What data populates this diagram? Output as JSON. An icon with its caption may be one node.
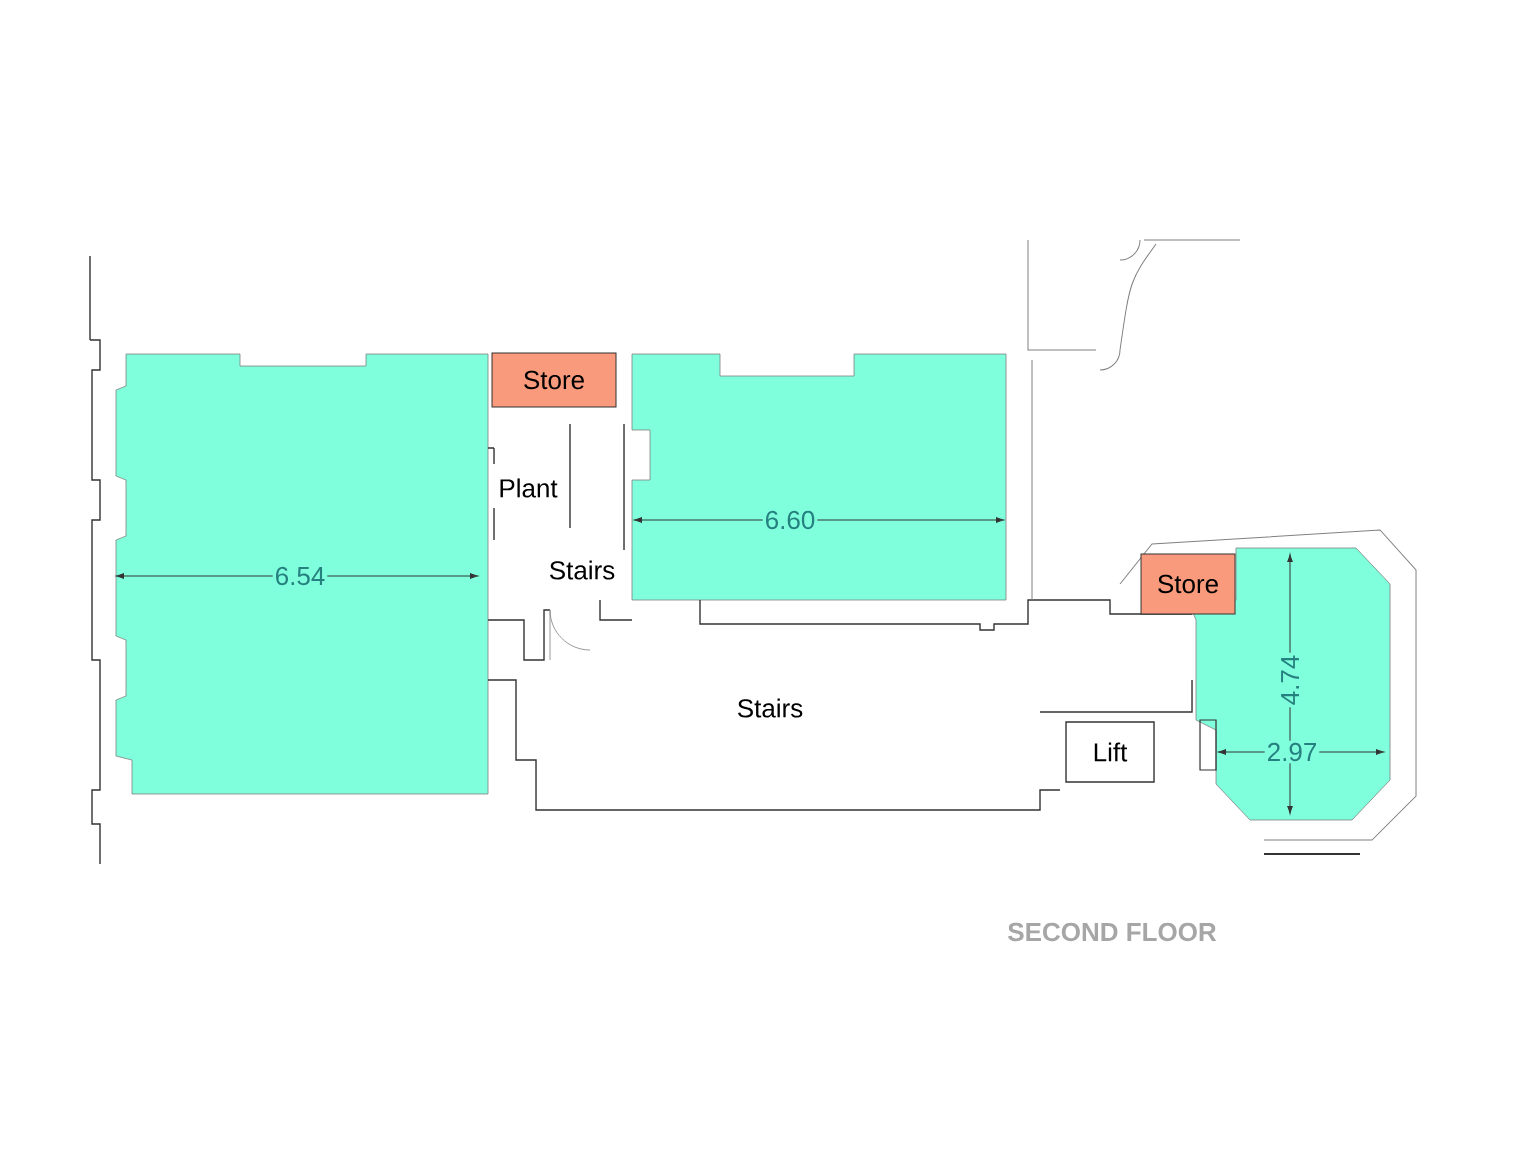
{
  "diagram": {
    "title": "SECOND FLOOR",
    "nodes": [
      {
        "text": [
          "Store"
        ]
      },
      {
        "text": [
          "Plant"
        ]
      },
      {
        "text": [
          "Stairs"
        ]
      },
      {
        "text": [
          "Stairs"
        ]
      },
      {
        "text": [
          "Lift"
        ]
      },
      {
        "text": [
          "Store"
        ]
      }
    ],
    "labels": [
      "6.54",
      "6.60",
      "4.74",
      "2.97"
    ]
  }
}
